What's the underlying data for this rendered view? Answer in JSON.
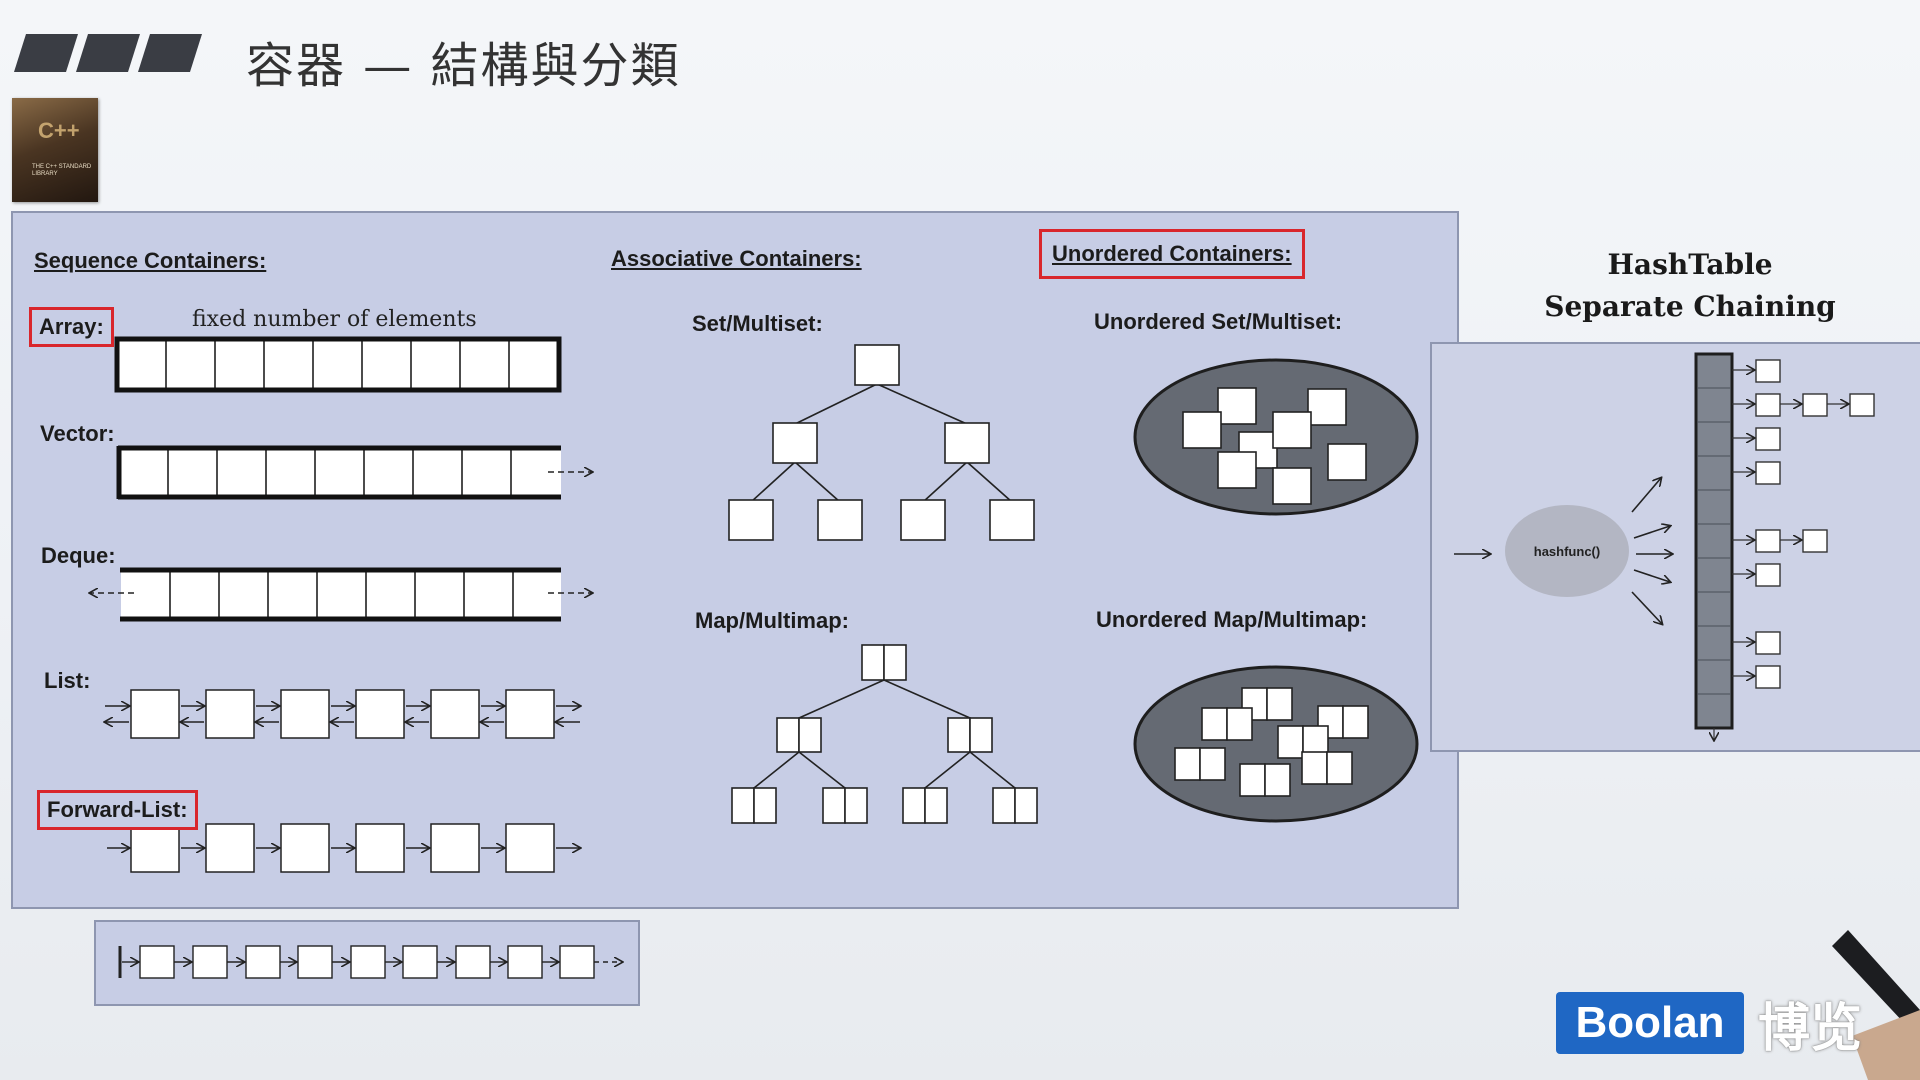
{
  "slide": {
    "title": "容器 — 結構與分類",
    "book_cover_text": "THE C++ STANDARD LIBRARY"
  },
  "sequence": {
    "heading": "Sequence Containers:",
    "array_label": "Array:",
    "array_note": "fixed number of elements",
    "vector_label": "Vector:",
    "deque_label": "Deque:",
    "list_label": "List:",
    "forward_list_label": "Forward-List:"
  },
  "associative": {
    "heading": "Associative Containers:",
    "set_label": "Set/Multiset:",
    "map_label": "Map/Multimap:"
  },
  "unordered": {
    "heading": "Unordered Containers:",
    "set_label": "Unordered Set/Multiset:",
    "map_label": "Unordered Map/Multimap:"
  },
  "hashtable": {
    "title_line1": "HashTable",
    "title_line2": "Separate Chaining",
    "func_label": "hashfunc()"
  },
  "logo": {
    "brand": "Boolan",
    "brand_cn": "博览"
  },
  "colors": {
    "panel": "#c7cde5",
    "highlight": "#d9262c",
    "logo_blue": "#1f67c4"
  }
}
